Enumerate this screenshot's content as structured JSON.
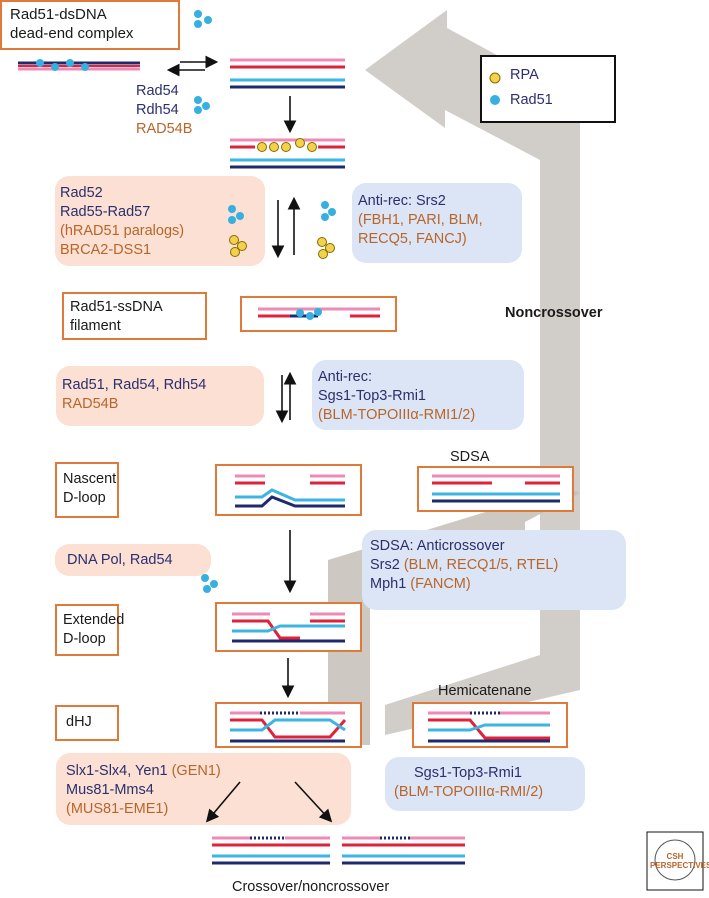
{
  "states": {
    "dead_end": [
      "Rad51-dsDNA",
      "dead-end complex"
    ],
    "filament": [
      "Rad51-ssDNA",
      "filament"
    ],
    "nascent": [
      "Nascent",
      "D-loop"
    ],
    "extended": [
      "Extended",
      "D-loop"
    ],
    "dhj": "dHJ"
  },
  "legend": {
    "rpa": "RPA",
    "rad51": "Rad51"
  },
  "factors": {
    "rad54_group": [
      "Rad54",
      "Rdh54",
      "RAD54B"
    ],
    "mediators": [
      "Rad52",
      "Rad55-Rad57",
      "(hRAD51 paralogs)",
      "BRCA2-DSS1"
    ],
    "antirec_srs2": [
      "Anti-rec: Srs2",
      "(FBH1, PARI, BLM,",
      "RECQ5, FANCJ)"
    ],
    "strand_invasion": [
      "Rad51, Rad54, Rdh54",
      "RAD54B"
    ],
    "antirec_sgs1": [
      "Anti-rec:",
      "Sgs1-Top3-Rmi1",
      "(BLM-TOPOIIIα-RMI1/2)"
    ],
    "dna_pol": "DNA Pol, Rad54",
    "sdsa_anti": [
      "SDSA: Anticrossover",
      "Srs2",
      " (BLM, RECQ1/5, RTEL)",
      "Mph1",
      " (FANCM)"
    ],
    "resolvases": [
      "Slx1-Slx4, Yen1",
      " (GEN1)",
      "Mus81-Mms4",
      "(MUS81-EME1)"
    ],
    "dissolution": [
      "Sgs1-Top3-Rmi1",
      "(BLM-TOPOIIIα-RMI/2)"
    ]
  },
  "pathways": {
    "noncrossover": "Noncrossover",
    "sdsa": "SDSA",
    "hemicatenane": "Hemicatenane",
    "outcome": "Crossover/noncrossover"
  },
  "logo": "CSH PERSPECTIVES",
  "colors": {
    "navy": "#2b2f6e",
    "brown": "#b8652a",
    "orange_box": "#e07a3a",
    "pink_box": "#fbe0d3",
    "blue_box": "#dbe5f5",
    "dna_red": "#e0223a",
    "dna_pink": "#ee8ab5",
    "dna_blue": "#1f2a6e",
    "dna_cyan": "#3bb6e3",
    "big_arrow": "#c8c3bd"
  }
}
